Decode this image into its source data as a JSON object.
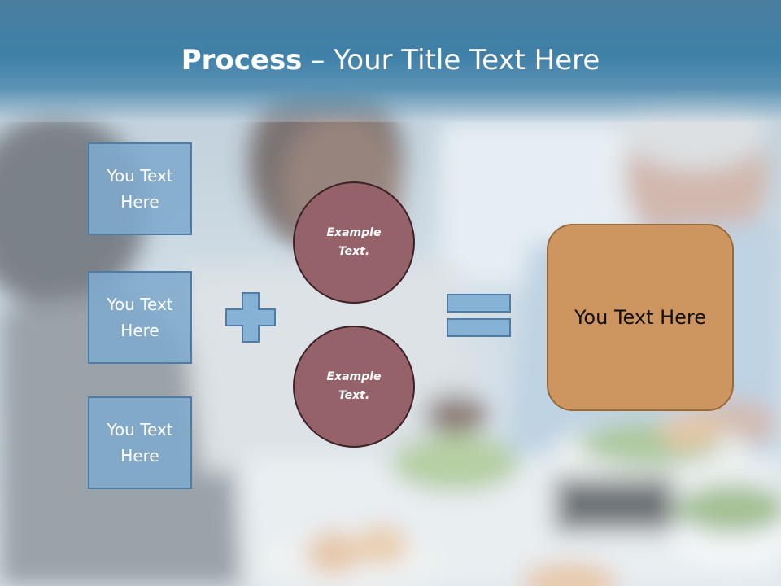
{
  "slide": {
    "title_bold": "Process",
    "title_rest": " – Your Title Text Here",
    "input_boxes": [
      "You Text Here",
      "You Text Here",
      "You Text Here"
    ],
    "circles": [
      "Example Text.",
      "Example Text."
    ],
    "result_text": "You Text Here"
  },
  "colors": {
    "title_band": "#3f80a8",
    "box_fill": "#80aacd",
    "box_border": "#4d7ca6",
    "circle_fill": "#95626a",
    "result_fill": "#cd955f",
    "symbol_fill": "#86b2d6"
  },
  "icons": {
    "operator": "plus-icon",
    "equals": "equals-icon"
  }
}
